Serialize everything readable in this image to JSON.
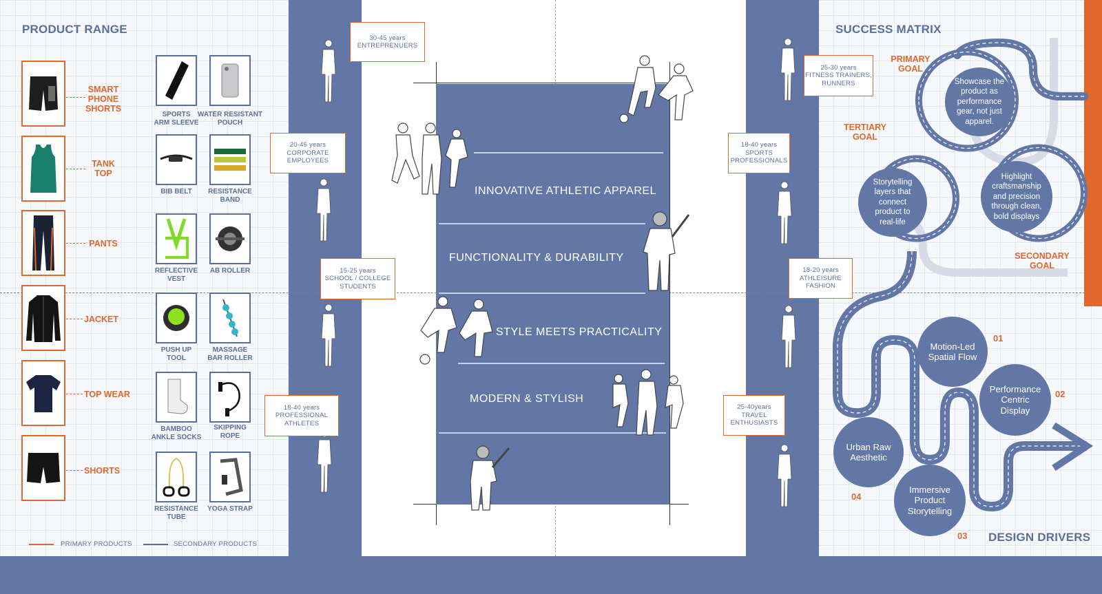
{
  "titles": {
    "product_range": "PRODUCT RANGE",
    "success_matrix": "SUCCESS MATRIX",
    "design_drivers": "DESIGN DRIVERS"
  },
  "primary_products": [
    {
      "label": "SMART\nPHONE\nSHORTS",
      "icon": "phone-shorts-icon"
    },
    {
      "label": "TANK\nTOP",
      "icon": "tank-top-icon"
    },
    {
      "label": "PANTS",
      "icon": "pants-icon"
    },
    {
      "label": "JACKET",
      "icon": "jacket-icon"
    },
    {
      "label": "TOP WEAR",
      "icon": "top-wear-icon"
    },
    {
      "label": "SHORTS",
      "icon": "shorts-icon"
    }
  ],
  "secondary_products": [
    {
      "label": "SPORTS\nARM SLEEVE"
    },
    {
      "label": "WATER RESISTANT\nPOUCH"
    },
    {
      "label": "BIB BELT"
    },
    {
      "label": "RESISTANCE\nBAND"
    },
    {
      "label": "REFLECTIVE\nVEST"
    },
    {
      "label": "AB ROLLER"
    },
    {
      "label": "PUSH UP\nTOOL"
    },
    {
      "label": "MASSAGE\nBAR ROLLER"
    },
    {
      "label": "BAMBOO\nANKLE SOCKS"
    },
    {
      "label": "SKIPPING\nROPE"
    },
    {
      "label": "RESISTANCE\nTUBE"
    },
    {
      "label": "YOGA STRAP"
    }
  ],
  "legend": {
    "primary": "PRIMARY PRODUCTS",
    "secondary": "SECONDARY PRODUCTS"
  },
  "demographics_left": [
    "30-45 years\nENTREPRENUERS",
    "20-45 years\nCORPORATE\nEMPLOYEES",
    "15-25 years\nSCHOOL / COLLEGE\nSTUDENTS",
    "18-40 years\nPROFESSIONAL\nATHLETES"
  ],
  "demographics_right": [
    "25-30 years\nFITNESS TRAINERS,\nRUNNERS",
    "18-40 years\nSPORTS\nPROFESSIONALS",
    "18-20 years\nATHLEISURE\nFASHION",
    "25-40years\nTRAVEL\nENTHUSIASTS"
  ],
  "field_statements": [
    "INNOVATIVE ATHLETIC APPAREL",
    "FUNCTIONALITY & DURABILITY",
    "STYLE MEETS PRACTICALITY",
    "MODERN & STYLISH"
  ],
  "goals": {
    "primary_label": "PRIMARY\nGOAL",
    "tertiary_label": "TERTIARY\nGOAL",
    "secondary_label": "SECONDARY\nGOAL",
    "primary_text": "Showcase the\nproduct as\nperformance\ngear, not just\napparel.",
    "tertiary_text": "Storytelling\nlayers that\nconnect\nproduct to\nreal-life",
    "secondary_text": "Highlight\ncraftsmanship\nand precision\nthrough clean,\nbold displays"
  },
  "drivers": [
    {
      "num": "01",
      "text": "Motion-Led\nSpatial Flow"
    },
    {
      "num": "02",
      "text": "Performance\nCentric\nDisplay"
    },
    {
      "num": "03",
      "text": "Immersive\nProduct\nStorytelling"
    },
    {
      "num": "04",
      "text": "Urban Raw\nAesthetic"
    }
  ],
  "colors": {
    "primary_accent": "#e0682c",
    "secondary_accent": "#5b6f9b",
    "band": "#6277a6"
  }
}
